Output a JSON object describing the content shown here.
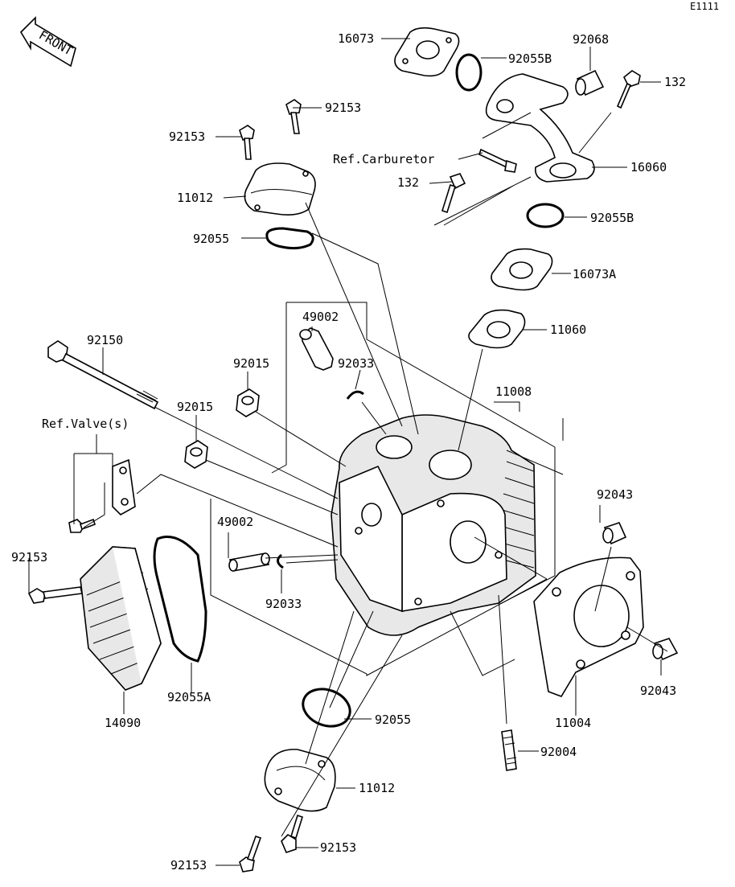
{
  "diagram_code": "E1111",
  "front_label": "FRONT",
  "labels": {
    "p16073": "16073",
    "p92055B_top": "92055B",
    "p92068": "92068",
    "p132_top": "132",
    "p92153_top_right": "92153",
    "p92153_top_left": "92153",
    "ref_carburetor": "Ref.Carburetor",
    "p16060": "16060",
    "p132_mid": "132",
    "p11012_top": "11012",
    "p92055B_mid": "92055B",
    "p92055_top": "92055",
    "p16073A": "16073A",
    "p49002_top": "49002",
    "p11060": "11060",
    "p92150": "92150",
    "p92015_a": "92015",
    "p92033_top": "92033",
    "p11008": "11008",
    "p92015_b": "92015",
    "ref_valves": "Ref.Valve(s)",
    "p92043_top": "92043",
    "p49002_mid": "49002",
    "p92153_left": "92153",
    "p92033_mid": "92033",
    "p92055A": "92055A",
    "p92043_bottom": "92043",
    "p14090": "14090",
    "p11004": "11004",
    "p92055_bottom": "92055",
    "p92004": "92004",
    "p11012_bottom": "11012",
    "p92153_bottom_right": "92153",
    "p92153_bottom_left": "92153"
  }
}
